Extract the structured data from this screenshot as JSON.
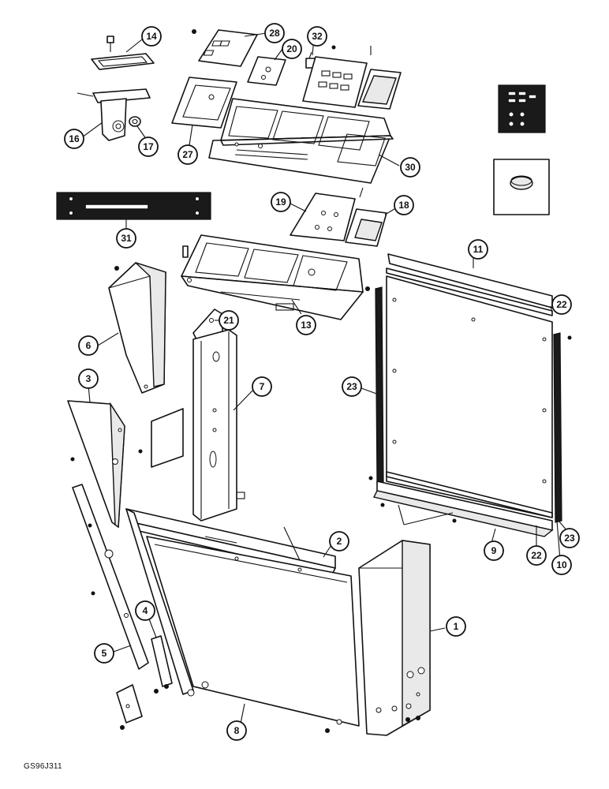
{
  "figure": {
    "reference_code": "GS96J311"
  },
  "callouts": [
    {
      "label": "1"
    },
    {
      "label": "2"
    },
    {
      "label": "3"
    },
    {
      "label": "4"
    },
    {
      "label": "5"
    },
    {
      "label": "6"
    },
    {
      "label": "7"
    },
    {
      "label": "8"
    },
    {
      "label": "9"
    },
    {
      "label": "10"
    },
    {
      "label": "11"
    },
    {
      "label": "13"
    },
    {
      "label": "14"
    },
    {
      "label": "16"
    },
    {
      "label": "17"
    },
    {
      "label": "18"
    },
    {
      "label": "19"
    },
    {
      "label": "20"
    },
    {
      "label": "21"
    },
    {
      "label": "22"
    },
    {
      "label": "22"
    },
    {
      "label": "23"
    },
    {
      "label": "23"
    },
    {
      "label": "27"
    },
    {
      "label": "28"
    },
    {
      "label": "30"
    },
    {
      "label": "31"
    },
    {
      "label": "32"
    }
  ],
  "colors": {
    "ink": "#111111",
    "paper": "#ffffff",
    "shade": "#e9e9e9"
  }
}
